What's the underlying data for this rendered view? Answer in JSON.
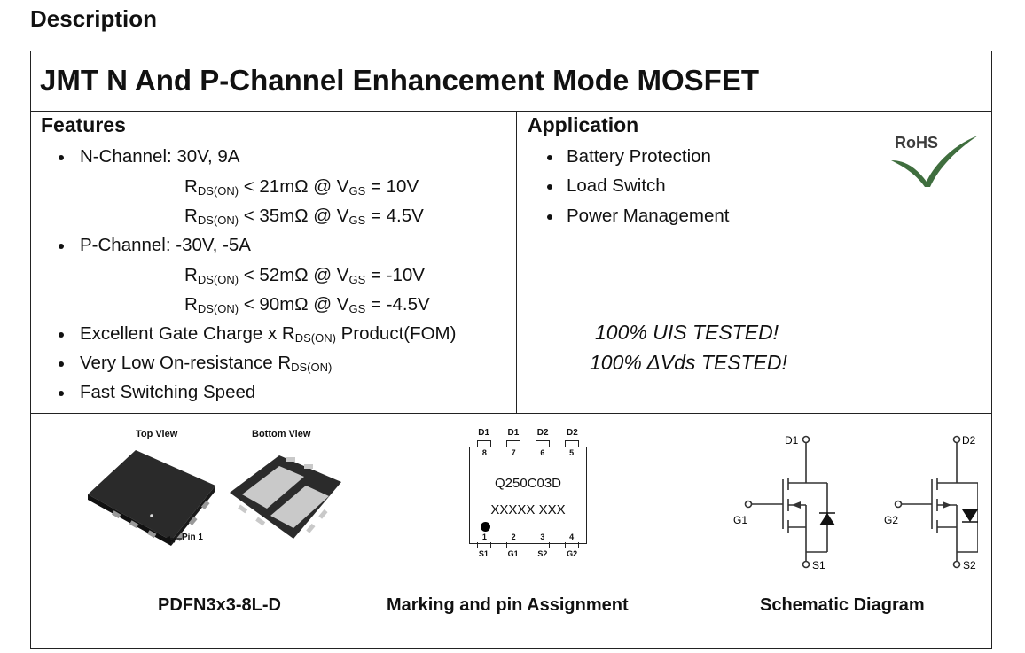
{
  "heading": "Description",
  "title": "JMT N And P-Channel Enhancement Mode MOSFET",
  "features": {
    "heading": "Features",
    "n_channel": "N-Channel: 30V, 9A",
    "n_rds1_pre": "R",
    "n_rds1_sub": "DS(ON)",
    "n_rds1_mid": " < 21mΩ @ V",
    "n_rds1_sub2": "GS",
    "n_rds1_end": " = 10V",
    "n_rds2_pre": "R",
    "n_rds2_sub": "DS(ON)",
    "n_rds2_mid": " < 35mΩ @ V",
    "n_rds2_sub2": "GS",
    "n_rds2_end": " = 4.5V",
    "p_channel": "P-Channel: -30V, -5A",
    "p_rds1_pre": "R",
    "p_rds1_sub": "DS(ON)",
    "p_rds1_mid": " < 52mΩ @ V",
    "p_rds1_sub2": "GS",
    "p_rds1_end": " = -10V",
    "p_rds2_pre": "R",
    "p_rds2_sub": "DS(ON)",
    "p_rds2_mid": " < 90mΩ @ V",
    "p_rds2_sub2": "GS",
    "p_rds2_end": " = -4.5V",
    "gate_pre": "Excellent Gate Charge x R",
    "gate_sub": "DS(ON)",
    "gate_end": " Product(FOM)",
    "low_pre": "Very Low On-resistance R",
    "low_sub": "DS(ON)",
    "fast": "Fast Switching Speed"
  },
  "application": {
    "heading": "Application",
    "items": [
      "Battery Protection",
      "Load Switch",
      "Power Management"
    ],
    "rohs": "RoHS",
    "uis": "100% UIS TESTED!",
    "dvds": "100% ΔVds TESTED!"
  },
  "package": {
    "top_view": "Top View",
    "bottom_view": "Bottom View",
    "pin1": "Pin 1",
    "caption": "PDFN3x3-8L-D"
  },
  "marking": {
    "top_pins": [
      "D1",
      "D1",
      "D2",
      "D2"
    ],
    "top_nums": [
      "8",
      "7",
      "6",
      "5"
    ],
    "bottom_nums": [
      "1",
      "2",
      "3",
      "4"
    ],
    "bottom_pins": [
      "S1",
      "G1",
      "S2",
      "G2"
    ],
    "code": "Q250C03D",
    "lot": "XXXXX XXX",
    "caption": "Marking and pin Assignment"
  },
  "schematic": {
    "d1": "D1",
    "d2": "D2",
    "g1": "G1",
    "g2": "G2",
    "s1": "S1",
    "s2": "S2",
    "caption": "Schematic Diagram"
  },
  "colors": {
    "rohs_green": "#3f6e3e",
    "rohs_grey": "#3c3c3c"
  }
}
